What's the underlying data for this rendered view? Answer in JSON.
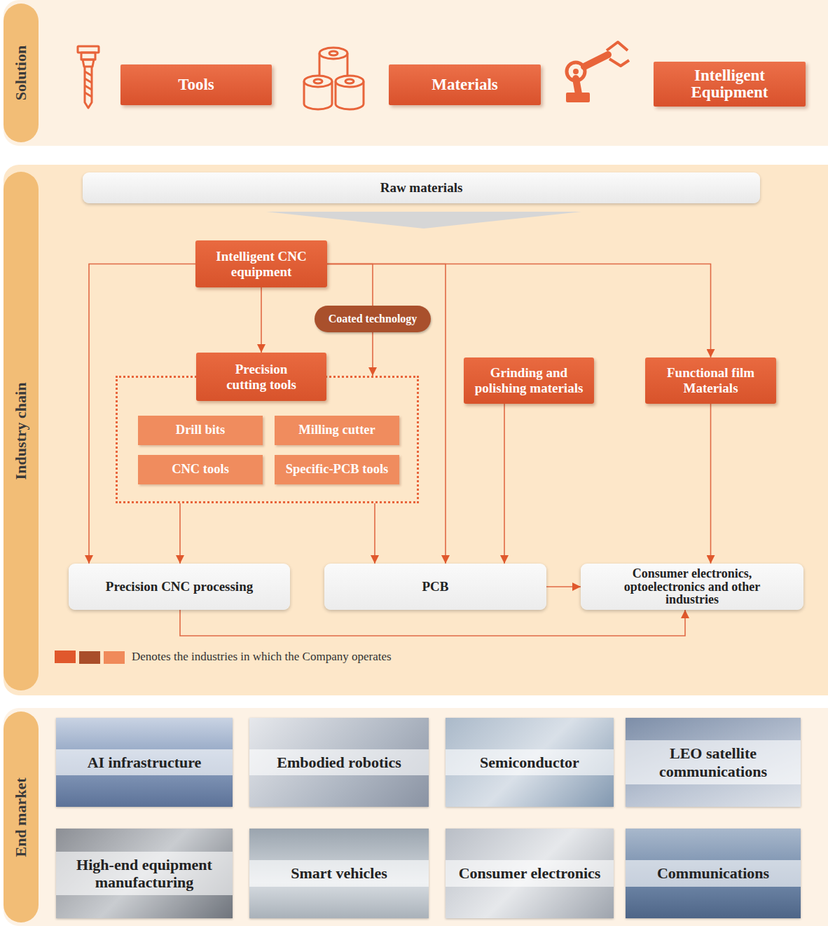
{
  "diagram": {
    "nodes": [
      {
        "text": [
          "Solution"
        ]
      },
      {
        "text": [
          "Tools"
        ],
        "in": 0
      },
      {
        "text": [
          "Materials"
        ],
        "in": 0
      },
      {
        "text": [
          "Intelligent Equipment"
        ],
        "in": 0
      },
      {
        "text": [
          "Industry chain"
        ]
      },
      {
        "text": [
          "Raw materials"
        ],
        "in": 4
      },
      {
        "text": [
          "Intelligent CNC equipment"
        ],
        "in": 4
      },
      {
        "text": [
          "Coated technology"
        ],
        "in": 4
      },
      {
        "text": [
          "Precision cutting tools"
        ],
        "in": 4
      },
      {
        "text": [
          "Drill bits"
        ],
        "in": 8
      },
      {
        "text": [
          "Milling cutter"
        ],
        "in": 8
      },
      {
        "text": [
          "CNC tools"
        ],
        "in": 8
      },
      {
        "text": [
          "Specific-PCB tools"
        ],
        "in": 8
      },
      {
        "text": [
          "Grinding and polishing materials"
        ],
        "in": 4
      },
      {
        "text": [
          "Functional film Materials"
        ],
        "in": 4
      },
      {
        "text": [
          "Precision CNC processing"
        ],
        "in": 4
      },
      {
        "text": [
          "PCB"
        ],
        "in": 4
      },
      {
        "text": [
          "Consumer electronics, optoelectronics and other industries"
        ],
        "in": 4
      },
      {
        "text": [
          "End market"
        ]
      },
      {
        "text": [
          "AI infrastructure"
        ],
        "in": 18
      },
      {
        "text": [
          "Embodied robotics"
        ],
        "in": 18
      },
      {
        "text": [
          "Semiconductor"
        ],
        "in": 18
      },
      {
        "text": [
          "LEO satellite communications"
        ],
        "in": 18
      },
      {
        "text": [
          "High-end equipment manufacturing"
        ],
        "in": 18
      },
      {
        "text": [
          "Smart vehicles"
        ],
        "in": 18
      },
      {
        "text": [
          "Consumer electronics"
        ],
        "in": 18
      },
      {
        "text": [
          "Communications"
        ],
        "in": 18
      }
    ],
    "edges": [
      {
        "from": 6,
        "to": 8,
        "arrow": "to"
      },
      {
        "from": 6,
        "to": 15,
        "arrow": "to"
      },
      {
        "from": 6,
        "to": 7,
        "arrow": "none"
      },
      {
        "from": 7,
        "to": 8,
        "arrow": "to"
      },
      {
        "from": 6,
        "to": 16,
        "arrow": "to"
      },
      {
        "from": 6,
        "to": 14,
        "arrow": "to"
      },
      {
        "from": 8,
        "to": 15,
        "arrow": "to"
      },
      {
        "from": 8,
        "to": 16,
        "arrow": "to"
      },
      {
        "from": 13,
        "to": 16,
        "arrow": "to"
      },
      {
        "from": 14,
        "to": 17,
        "arrow": "to"
      },
      {
        "from": 16,
        "to": 17,
        "arrow": "to"
      },
      {
        "from": 15,
        "to": 17,
        "arrow": "to"
      }
    ],
    "legend": [
      {
        "text": "Denotes the industries in which the Company operates",
        "color": "#e0582c"
      }
    ]
  }
}
